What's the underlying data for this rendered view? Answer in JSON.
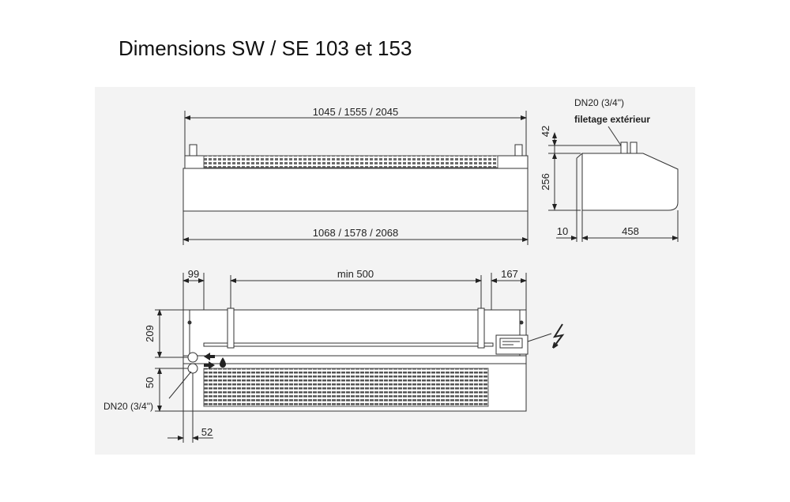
{
  "title": "Dimensions SW / SE 103 et 153",
  "front_view": {
    "top_width_label": "1045 / 1555 / 2045",
    "bottom_width_label": "1068 / 1578 / 2068"
  },
  "side_view": {
    "pipe_label": "DN20 (3/4\")",
    "thread_label": "filetage extérieur",
    "height_top_label": "42",
    "height_body_label": "256",
    "offset_label": "10",
    "depth_label": "458"
  },
  "back_view": {
    "left_margin_label": "99",
    "span_label": "min 500",
    "right_margin_label": "167",
    "vertical_upper_label": "209",
    "vertical_lower_label": "50",
    "pipe_label": "DN20 (3/4\")",
    "bottom_offset_label": "52"
  },
  "icons": [
    "lightning-icon",
    "flow-arrows-icon",
    "water-drop-icon"
  ]
}
